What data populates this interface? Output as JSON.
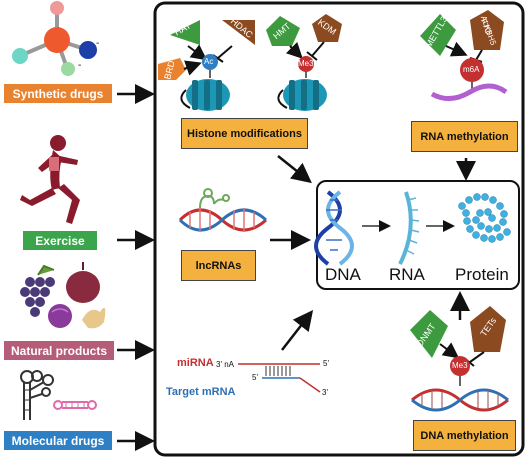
{
  "left_inputs": {
    "synthetic_drugs": "Synthetic  drugs",
    "exercise": "Exercise",
    "natural_products": "Natural products",
    "molecular_drugs": "Molecular drugs"
  },
  "histone": {
    "box_label": "Histone modifications",
    "hat": "HAT",
    "hdac": "HDAC",
    "brd": "BRD",
    "ac": "Ac",
    "hmt": "HMT",
    "kdm": "KDM",
    "me3": "Me3"
  },
  "rna_methylation": {
    "box_label": "RNA methylation",
    "mettl3": "METTL3",
    "fto_alkbh5": [
      "FTO",
      "ALKBH5"
    ],
    "m6a": "m6A"
  },
  "lncrna": {
    "box_label": "lncRNAs"
  },
  "mirna": {
    "mirna_label": "miRNA",
    "mirna_end_3": "3' nA",
    "mirna_end_5": "5'",
    "target_label": "Target mRNA",
    "target_end_5": "5'",
    "target_end_3": "3'"
  },
  "dogma": {
    "dna": "DNA",
    "rna": "RNA",
    "protein": "Protein"
  },
  "dna_methylation": {
    "box_label": "DNA methylation",
    "dnmt": "DNMT",
    "tets": "TETs",
    "me3": "Me3"
  },
  "colors": {
    "orange": "#e8822f",
    "green": "#3aa54a",
    "mauve": "#b55c78",
    "blue": "#2f7fc4",
    "box_yellow": "#f4b13e",
    "enzyme_green": "#3d9a3f",
    "enzyme_brown": "#8b4a1f",
    "nucleosome": "#1c97b5"
  }
}
